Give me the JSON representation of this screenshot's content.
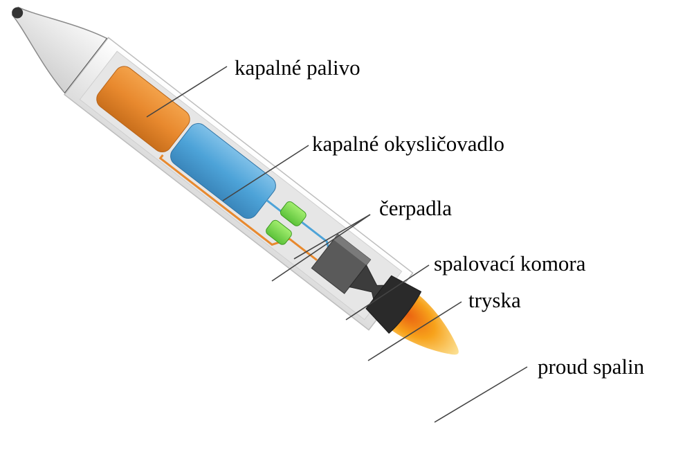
{
  "diagram": {
    "labels": {
      "fuel": "kapalné palivo",
      "oxidizer": "kapalné okysličovadlo",
      "pumps": "čerpadla",
      "combustion_chamber": "spalovací komora",
      "nozzle": "tryska",
      "exhaust": "proud spalin"
    },
    "colors": {
      "fuel_tank": "#e8892e",
      "oxidizer_tank": "#4da3d8",
      "pumps": "#7ddc4a",
      "engine": "#5a5a5a",
      "flame": "#f7a21b",
      "body": "#f4f4f4"
    }
  }
}
